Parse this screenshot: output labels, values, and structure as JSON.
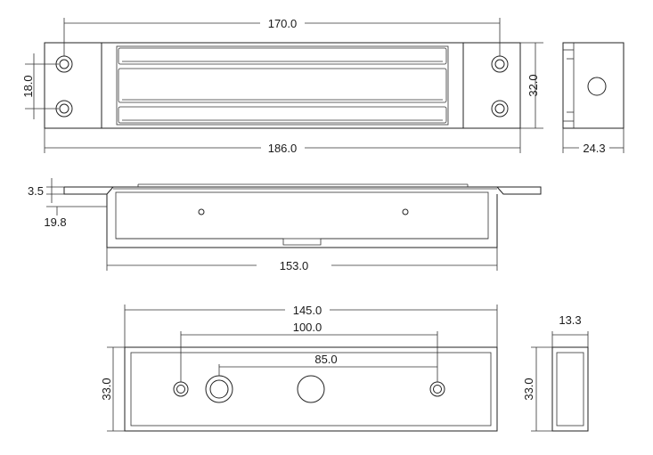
{
  "dimensions": {
    "top_view_hole_spacing": "170.0",
    "top_view_total_length": "186.0",
    "top_view_hole_pitch_vertical": "18.0",
    "top_view_height": "32.0",
    "side_view_depth": "24.3",
    "front_view_flange": "3.5",
    "front_view_height": "19.8",
    "front_view_body_length": "153.0",
    "bracket_length": "145.0",
    "bracket_hole_spacing": "100.0",
    "bracket_inner_spacing": "85.0",
    "bracket_height": "33.0",
    "bracket_side_width": "13.3",
    "bracket_side_height": "33.0"
  }
}
